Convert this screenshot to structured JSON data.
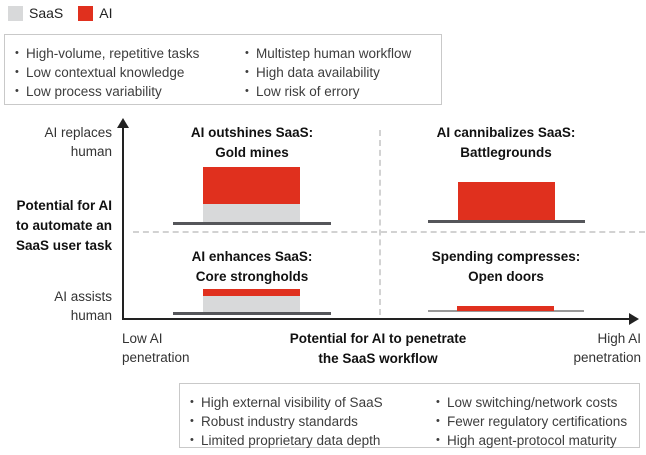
{
  "legend": {
    "saas": {
      "label": "SaaS",
      "color": "#d8d9da"
    },
    "ai": {
      "label": "AI",
      "color": "#e0301e"
    }
  },
  "top_note": {
    "col1": [
      "High-volume, repetitive tasks",
      "Low contextual knowledge",
      "Low process variability"
    ],
    "col2": [
      "Multistep human workflow",
      "High data availability",
      "Low risk of errory"
    ]
  },
  "bottom_note": {
    "col1": [
      "High external visibility of SaaS",
      "Robust industry standards",
      "Limited proprietary data depth"
    ],
    "col2": [
      "Low switching/network costs",
      "Fewer regulatory certifications",
      "High agent-protocol maturity"
    ]
  },
  "y_axis": {
    "top_label": "AI replaces\nhuman",
    "title": "Potential for AI\nto automate an\nSaaS user task",
    "bottom_label": "AI assists\nhuman"
  },
  "x_axis": {
    "left_label": "Low AI\npenetration",
    "title": "Potential for AI to penetrate\nthe SaaS workflow",
    "right_label": "High AI\npenetration"
  },
  "quadrants": {
    "top_left": {
      "title": "AI outshines SaaS:\nGold mines"
    },
    "top_right": {
      "title": "AI cannibalizes SaaS:\nBattlegrounds"
    },
    "bottom_left": {
      "title": "AI enhances SaaS:\nCore strongholds"
    },
    "bottom_right": {
      "title": "Spending compresses:\nOpen doors"
    }
  },
  "chart_data": {
    "type": "bar",
    "subtype": "2x2 quadrant matrix with stacked SaaS/AI bars",
    "legend_entries": [
      "SaaS",
      "AI"
    ],
    "x_axis": {
      "label": "Potential for AI to penetrate the SaaS workflow",
      "min_label": "Low AI penetration",
      "max_label": "High AI penetration"
    },
    "y_axis": {
      "label": "Potential for AI to automate an SaaS user task",
      "min_label": "AI assists human",
      "max_label": "AI replaces human"
    },
    "grid": "dashed quadrant dividers",
    "units": "relative bar height, px as drawn",
    "quadrants": [
      {
        "position": "top-left",
        "title": "AI outshines SaaS: Gold mines",
        "ai": 37,
        "saas": 18
      },
      {
        "position": "top-right",
        "title": "AI cannibalizes SaaS: Battlegrounds",
        "ai": 38,
        "saas": 0
      },
      {
        "position": "bottom-left",
        "title": "AI enhances SaaS: Core strongholds",
        "ai": 7,
        "saas": 16
      },
      {
        "position": "bottom-right",
        "title": "Spending compresses: Open doors",
        "ai": 5,
        "saas": 0
      }
    ],
    "annotations": {
      "automation_criteria": [
        "High-volume, repetitive tasks",
        "Low contextual knowledge",
        "Low process variability",
        "Multistep human workflow",
        "High data availability",
        "Low risk of errory"
      ],
      "penetration_criteria": [
        "High external visibility of SaaS",
        "Robust industry standards",
        "Limited proprietary data depth",
        "Low switching/network costs",
        "Fewer regulatory certifications",
        "High agent-protocol maturity"
      ]
    }
  },
  "colors": {
    "ai_red": "#e0301e",
    "saas_gray": "#d8d9da",
    "baseline_dark": "#55565a",
    "baseline_light": "#9a9a9a"
  }
}
